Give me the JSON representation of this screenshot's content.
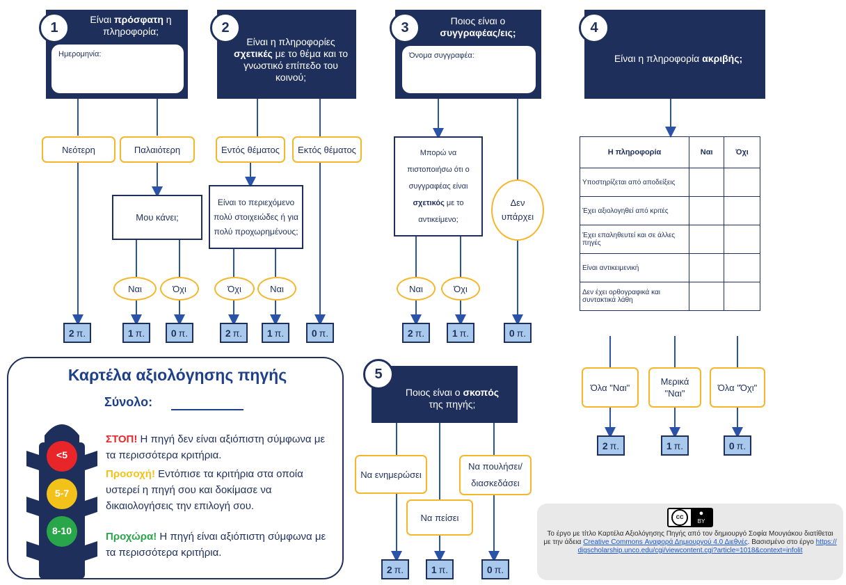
{
  "q1": {
    "num": "1",
    "pre": "Είναι ",
    "bold": "πρόσφατη",
    "post": " η πληροφορία;",
    "field": "Ημερομηνία:",
    "opt_a": "Νεότερη",
    "opt_b": "Παλαιότερη",
    "sub": "Μου κάνει;",
    "yes": "Ναι",
    "no": "Όχι",
    "s_a": "2",
    "s_b": "1",
    "s_c": "0",
    "unit": "π."
  },
  "q2": {
    "num": "2",
    "pre": "Είναι η πληροφορίες ",
    "bold": "σχετικές",
    "post": " με το θέμα και το γνωστικό επίπεδο του κοινού;",
    "opt_a": "Εντός θέματος",
    "opt_b": "Εκτός θέματος",
    "sub": "Είναι το περιεχόμενο πολύ στοιχειώδες ή για πολύ προχωρημένους;",
    "no": "Όχι",
    "yes": "Ναι",
    "s_a": "2",
    "s_b": "1",
    "s_c": "0",
    "unit": "π."
  },
  "q3": {
    "num": "3",
    "pre": "Ποιος είναι ο ",
    "bold": "συγγραφέας/εις;",
    "post": "",
    "field": "Όνομα συγγραφέα:",
    "sub_pre": "Μπορώ να πιστοποιήσω ότι ο συγγραφέας είναι ",
    "sub_bold": "σχετικός",
    "sub_post": " με το αντικείμενο;",
    "none": "Δεν υπάρχει",
    "yes": "Ναι",
    "no": "Όχι",
    "s_a": "2",
    "s_b": "1",
    "s_c": "0",
    "unit": "π."
  },
  "q4": {
    "num": "4",
    "pre": "Είναι η πληροφορία ",
    "bold": "ακριβής;",
    "table_head": [
      "Η πληροφορία",
      "Ναι",
      "Όχι"
    ],
    "rows": [
      "Υποστηρίζεται από αποδείξεις",
      "Έχει αξιολογηθεί από κριτές",
      "Έχει επαληθευτεί και σε άλλες πηγές",
      "Είναι αντικειμενική",
      "Δεν έχει ορθογραφικά και συντακτικά λάθη"
    ],
    "opt_a": "Όλα \"Ναι\"",
    "opt_b": "Μερικά \"Ναι\"",
    "opt_c": "Όλα \"Όχι\"",
    "s_a": "2",
    "s_b": "1",
    "s_c": "0",
    "unit": "π."
  },
  "q5": {
    "num": "5",
    "pre": "Ποιος είναι ο ",
    "bold": "σκοπός",
    "post": " της πηγής;",
    "opt_a": "Να ενημερώσει",
    "opt_b": "Να πείσει",
    "opt_c": "Να πουλήσει/ διασκεδάσει",
    "s_a": "2",
    "s_b": "1",
    "s_c": "0",
    "unit": "π."
  },
  "card": {
    "title": "Καρτέλα αξιολόγησης πηγής",
    "total": "Σύνολο:",
    "stop_kw": "ΣΤΟΠ!",
    "stop": " Η πηγή δεν είναι αξιόπιστη σύμφωνα με τα περισσότερα κριτήρια.",
    "caution_kw": "Προσοχή!",
    "caution": " Εντόπισε τα κριτήρια στα οποία υστερεί η πηγή σου και δοκίμασε να δικαιολογήσεις την επιλογή σου.",
    "go_kw": "Προχώρα!",
    "go": " Η πηγή είναι αξιόπιστη σύμφωνα με τα περισσότερα κριτήρια.",
    "light_red": "<5",
    "light_yellow": "5-7",
    "light_green": "8-10"
  },
  "license": {
    "cc": "cc",
    "by": "BY",
    "text1": "Το έργο με τίτλο Καρτέλα Αξιολόγησης Πηγής από τον δημιουργό Σοφία Μουγιάκου διατίθεται με την άδεια ",
    "link1": "Creative Commons Αναφορά Δημιουργού 4.0 Διεθνές",
    "text2": ". Βασισμένο στο έργο ",
    "link2": "https://digscholarship.unco.edu/cgi/viewcontent.cgi?article=1018&context=infolit"
  },
  "colors": {
    "navy": "#1e2f5c",
    "orange": "#f5b62a",
    "score_fill": "#a9c9ec",
    "red": "#e8262a",
    "yellow": "#f2c21b",
    "green": "#2aa64a"
  }
}
